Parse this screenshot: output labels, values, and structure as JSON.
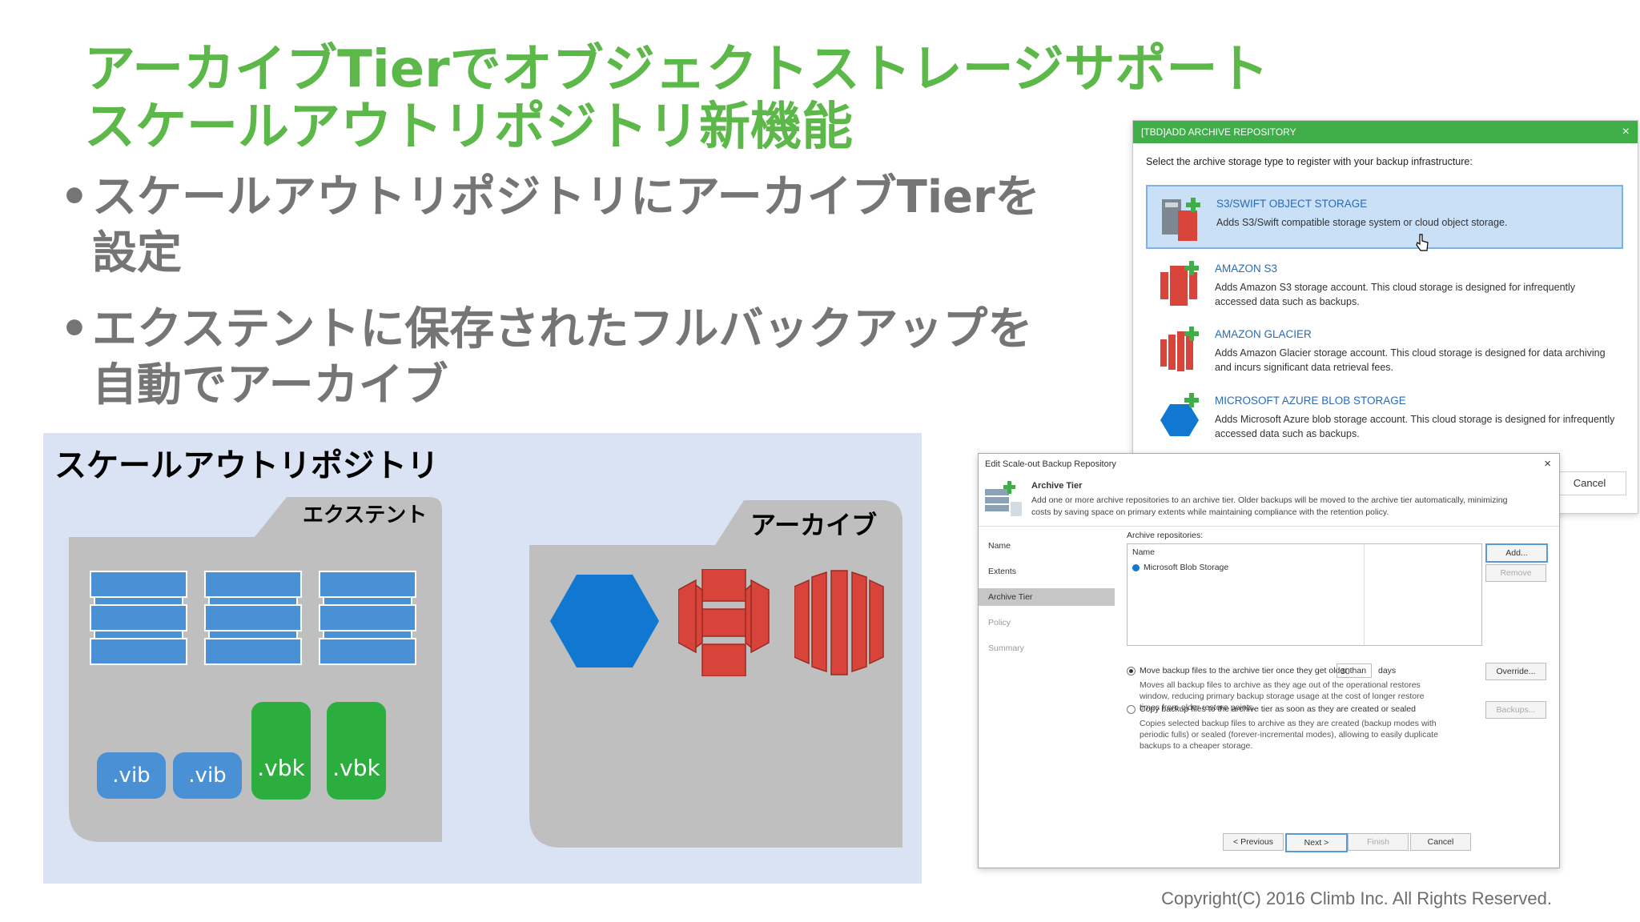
{
  "slide": {
    "title_line1": "アーカイブTierでオブジェクトストレージサポート",
    "title_line2": "スケールアウトリポジトリ新機能",
    "bullets": [
      {
        "symbol": "•",
        "text": "スケールアウトリポジトリにアーカイブTierを\n設定"
      },
      {
        "symbol": "•",
        "text": "エクステントに保存されたフルバックアップを\n自動でアーカイブ"
      }
    ],
    "copyright": "Copyright(C) 2016 Climb Inc. All Rights Reserved."
  },
  "diagram": {
    "title": "スケールアウトリポジトリ",
    "extent_label": "エクステント",
    "archive_label": "アーカイブ",
    "files": [
      ".vib",
      ".vib",
      ".vbk",
      ".vbk"
    ],
    "colors": {
      "background": "#dae3f3",
      "folder": "#bfbfbf",
      "disk": "#4a90d4",
      "vbk": "#2cae3f",
      "aws": "#d9443a",
      "azure": "#1178d1"
    },
    "archive_icons": [
      "azure-hexagon-icon",
      "aws-s3-icon",
      "aws-glacier-icon"
    ]
  },
  "archive_dialog": {
    "title": "[TBD]ADD ARCHIVE REPOSITORY",
    "close": "×",
    "intro": "Select the archive storage type to register with your backup infrastructure:",
    "options": [
      {
        "name": "S3/SWIFT OBJECT STORAGE",
        "desc": "Adds S3/Swift compatible storage system or cloud object storage.",
        "icon": "s3-swift-storage-icon",
        "selected": true
      },
      {
        "name": "AMAZON S3",
        "desc": "Adds Amazon S3 storage account. This cloud storage is designed for infrequently accessed data such as backups.",
        "icon": "amazon-s3-icon",
        "selected": false
      },
      {
        "name": "AMAZON GLACIER",
        "desc": "Adds Amazon Glacier storage account. This cloud storage is designed for data archiving and incurs significant data retrieval fees.",
        "icon": "amazon-glacier-icon",
        "selected": false
      },
      {
        "name": "MICROSOFT AZURE BLOB STORAGE",
        "desc": "Adds Microsoft Azure blob storage account. This cloud storage is designed for infrequently accessed data such as backups.",
        "icon": "azure-blob-icon",
        "selected": false
      }
    ],
    "cancel": "Cancel"
  },
  "sobr_dialog": {
    "title": "Edit Scale-out Backup Repository",
    "close": "×",
    "header_title": "Archive Tier",
    "header_desc": "Add one or more archive repositories to an archive tier. Older backups will be moved to the archive tier automatically, minimizing costs by saving space on primary extents while maintaining compliance with the retention policy.",
    "nav": [
      "Name",
      "Extents",
      "Archive Tier",
      "Policy",
      "Summary"
    ],
    "active_nav": "Archive Tier",
    "repos_label": "Archive repositories:",
    "column_name": "Name",
    "repos": [
      "Microsoft Blob Storage"
    ],
    "add": "Add...",
    "remove": "Remove",
    "move_option": "Move backup files to the archive tier once they get older than",
    "move_days": "30",
    "days": "days",
    "override": "Override...",
    "move_desc": "Moves all backup files to archive as they age out of the operational restores window, reducing primary backup storage usage at the cost of longer restore times from older restore points.",
    "copy_option": "Copy backup files to the archive tier as soon as they are created or sealed",
    "copy_btn": "Backups...",
    "copy_desc": "Copies selected backup files to archive as they are created (backup modes with periodic fulls) or sealed (forever-incremental modes), allowing to easily duplicate backups to a cheaper storage.",
    "prev": "< Previous",
    "next": "Next >",
    "finish": "Finish",
    "cancel": "Cancel"
  }
}
